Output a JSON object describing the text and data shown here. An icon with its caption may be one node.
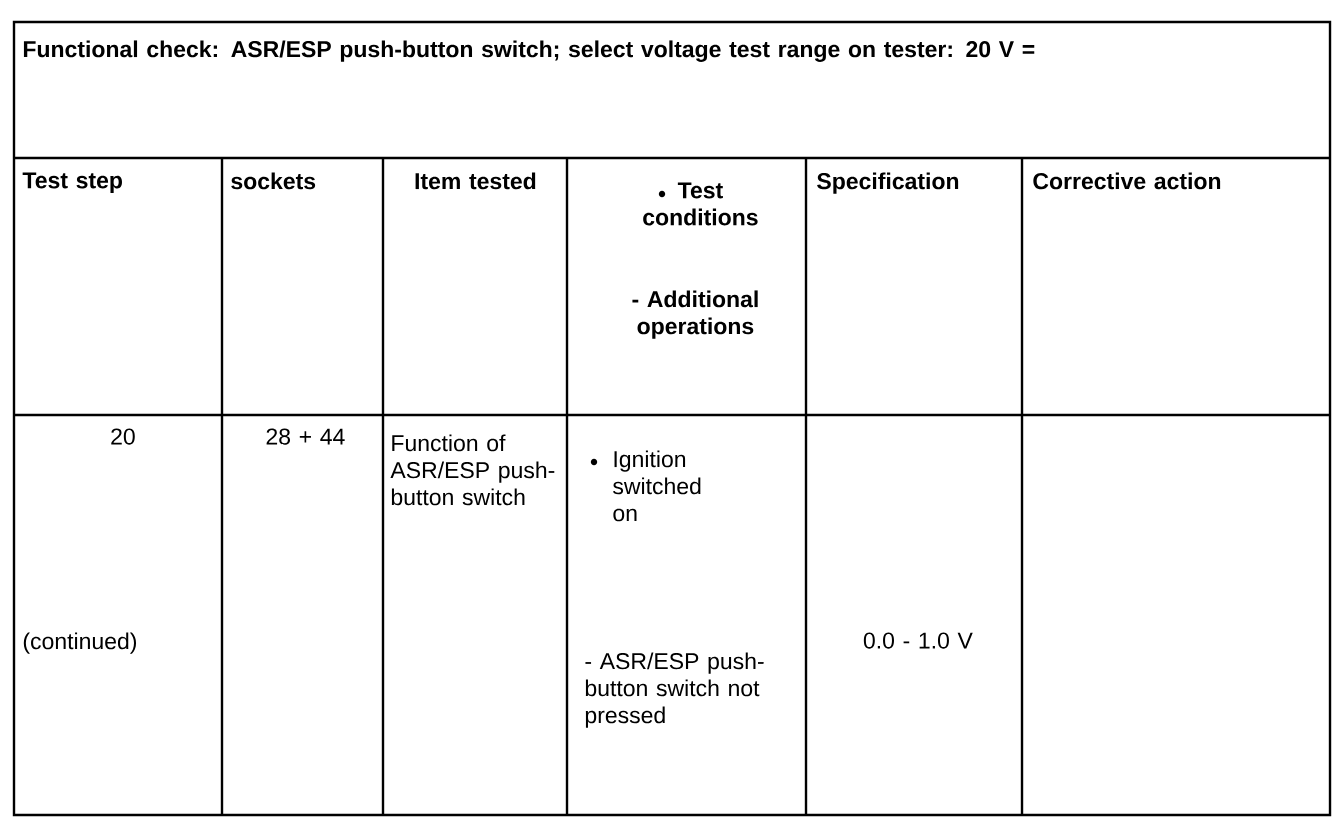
{
  "diagram": {
    "title": "Functional check: ASR/ESP push-button switch; select voltage test range on tester: 20 V =",
    "labels": [
      "Test step",
      "sockets",
      "Item tested",
      "Test conditions",
      "- Additional operations",
      "Specification",
      "Corrective action",
      "20",
      "(continued)",
      "28 + 44",
      "Function of ASR/ESP push-button switch",
      "Ignition switched on",
      "- ASR/ESP push-button switch not pressed",
      "0.0 - 1.0 V"
    ]
  }
}
